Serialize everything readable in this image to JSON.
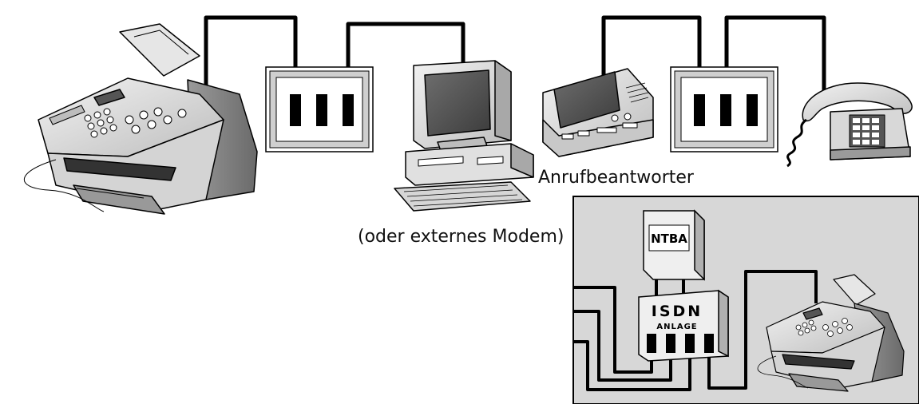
{
  "labels": {
    "answering_machine": "Anrufbeantworter",
    "computer": "(oder externes Modem)",
    "ntba": "NTBA",
    "isdn": "ISDN",
    "anlage": "ANLAGE"
  }
}
